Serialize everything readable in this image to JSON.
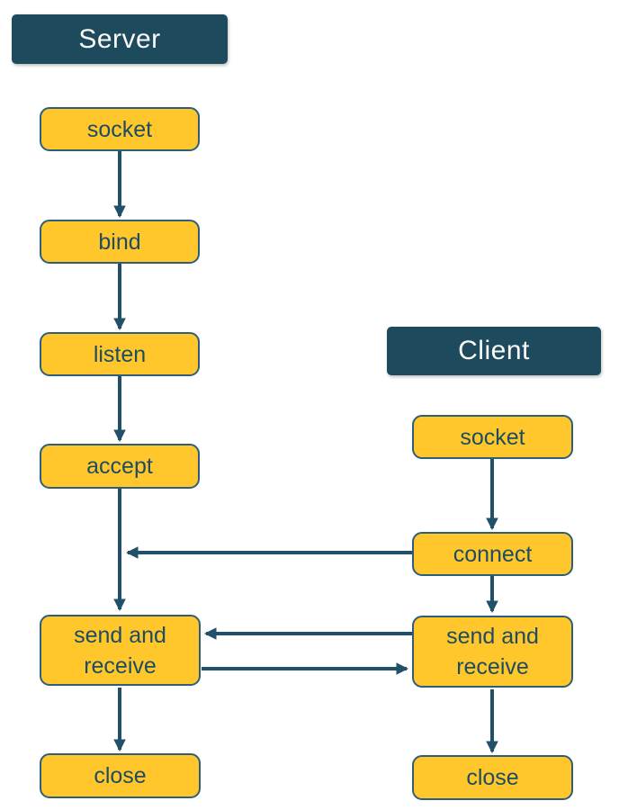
{
  "colors": {
    "header_bg": "#1E4A5E",
    "header_text": "#FAFAF8",
    "node_bg": "#FFC72C",
    "node_border": "#2D5F7B",
    "node_text": "#1E4C61",
    "arrow": "#21506A",
    "page_bg": "#FFFFFF"
  },
  "server": {
    "header": "Server",
    "nodes": [
      {
        "label": "socket"
      },
      {
        "label": "bind"
      },
      {
        "label": "listen"
      },
      {
        "label": "accept"
      },
      {
        "label": "send and receive"
      },
      {
        "label": "close"
      }
    ]
  },
  "client": {
    "header": "Client",
    "nodes": [
      {
        "label": "socket"
      },
      {
        "label": "connect"
      },
      {
        "label": "send and receive"
      },
      {
        "label": "close"
      }
    ]
  },
  "edges": [
    {
      "from": "server socket",
      "to": "server bind"
    },
    {
      "from": "server bind",
      "to": "server listen"
    },
    {
      "from": "server listen",
      "to": "server accept"
    },
    {
      "from": "server accept",
      "to": "server send and receive"
    },
    {
      "from": "client socket",
      "to": "client connect"
    },
    {
      "from": "client connect",
      "to": "server accept flow"
    },
    {
      "from": "client connect",
      "to": "client send and receive"
    },
    {
      "from": "client send and receive",
      "to": "server send and receive"
    },
    {
      "from": "server send and receive",
      "to": "client send and receive"
    },
    {
      "from": "server send and receive",
      "to": "server close"
    },
    {
      "from": "client send and receive",
      "to": "client close"
    }
  ]
}
